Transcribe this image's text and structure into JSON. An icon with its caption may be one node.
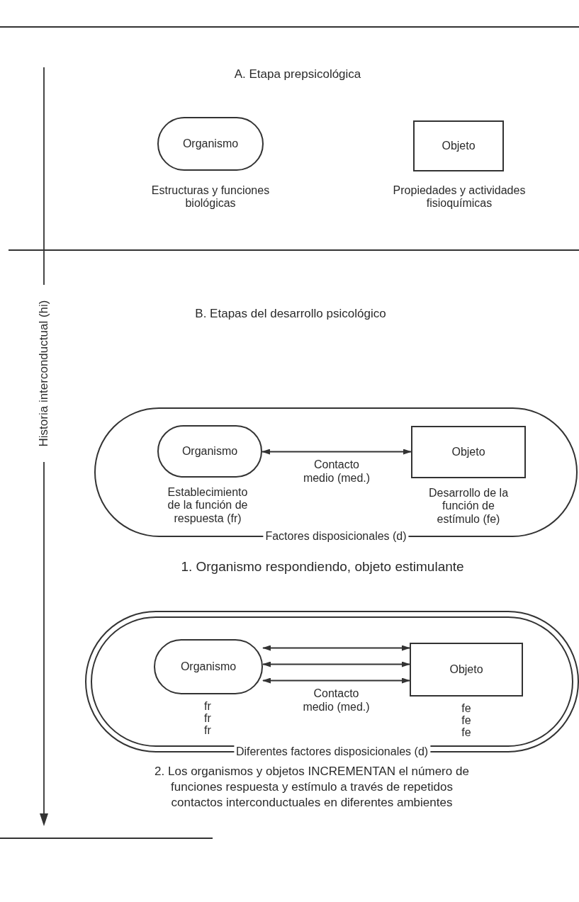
{
  "diagram": {
    "nodes": [
      {
        "text": [
          "Organismo"
        ],
        "beside": [
          "Estructuras y funciones biológicas"
        ]
      },
      {
        "text": [
          "Objeto"
        ],
        "beside": [
          "Propiedades y actividades fisioquímicas"
        ]
      },
      {
        "text": [
          "Factores disposicionales (d)"
        ]
      },
      {
        "text": [
          "Organismo"
        ],
        "in": 2,
        "beside": [
          "Establecimiento de la función de respuesta (fr)"
        ]
      },
      {
        "text": [
          "Objeto"
        ],
        "in": 2,
        "beside": [
          "Desarrollo de la función de estímulo (fe)"
        ]
      },
      {
        "text": [
          "Diferentes factores disposicionales (d)"
        ]
      },
      {
        "text": [
          "Organismo"
        ],
        "in": 5,
        "beside": [
          "fr",
          "fr",
          "fr"
        ]
      },
      {
        "text": [
          "Objeto"
        ],
        "in": 5,
        "beside": [
          "fe",
          "fe",
          "fe"
        ]
      }
    ],
    "edges": [
      {
        "from": 3,
        "to": 4,
        "arrow": "both",
        "label": "Contacto medio (med.)"
      },
      {
        "from": 6,
        "to": 7,
        "arrow": "both"
      },
      {
        "from": 6,
        "to": 7,
        "arrow": "both"
      },
      {
        "from": 6,
        "to": 7,
        "arrow": "both",
        "label": "Contacto medio (med.)"
      }
    ],
    "labels": [
      "A. Etapa prepsicológica",
      "B. Etapas del desarrollo psicológico",
      "Historia interconductual (hi)",
      "1. Organismo respondiendo, objeto estimulante",
      "2. Los organismos y objetos INCREMENTAN el número de funciones respuesta y estímulo a través de repetidos contactos interconductuales en diferentes ambientes"
    ]
  }
}
